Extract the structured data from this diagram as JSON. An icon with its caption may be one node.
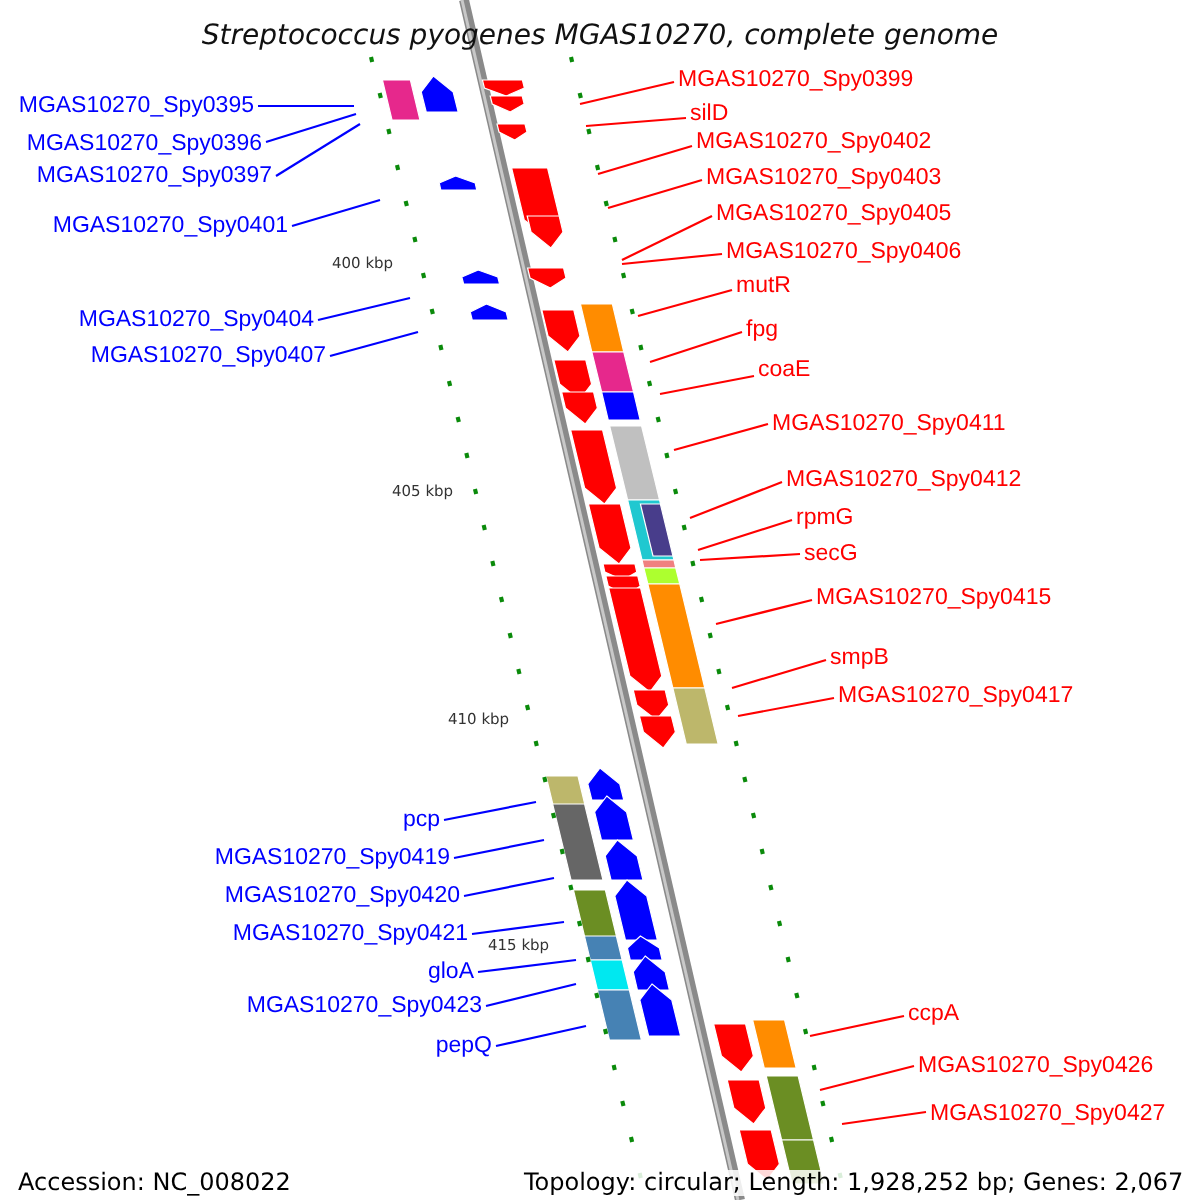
{
  "diagram": {
    "title": "Streptococcus pyogenes MGAS10270, complete genome",
    "nodes": [
      {
        "text": [
          "MGAS10270_Spy0395"
        ]
      },
      {
        "text": [
          "MGAS10270_Spy0396"
        ]
      },
      {
        "text": [
          "MGAS10270_Spy0397"
        ]
      },
      {
        "text": [
          "MGAS10270_Spy0401"
        ]
      },
      {
        "text": [
          "MGAS10270_Spy0404"
        ]
      },
      {
        "text": [
          "MGAS10270_Spy0407"
        ]
      },
      {
        "text": [
          "pcp"
        ]
      },
      {
        "text": [
          "MGAS10270_Spy0419"
        ]
      },
      {
        "text": [
          "MGAS10270_Spy0420"
        ]
      },
      {
        "text": [
          "MGAS10270_Spy0421"
        ]
      },
      {
        "text": [
          "gloA"
        ]
      },
      {
        "text": [
          "MGAS10270_Spy0423"
        ]
      },
      {
        "text": [
          "pepQ"
        ]
      },
      {
        "text": [
          "MGAS10270_Spy0399"
        ]
      },
      {
        "text": [
          "silD"
        ]
      },
      {
        "text": [
          "MGAS10270_Spy0402"
        ]
      },
      {
        "text": [
          "MGAS10270_Spy0403"
        ]
      },
      {
        "text": [
          "MGAS10270_Spy0405"
        ]
      },
      {
        "text": [
          "MGAS10270_Spy0406"
        ]
      },
      {
        "text": [
          "mutR"
        ]
      },
      {
        "text": [
          "fpg"
        ]
      },
      {
        "text": [
          "coaE"
        ]
      },
      {
        "text": [
          "MGAS10270_Spy0411"
        ]
      },
      {
        "text": [
          "MGAS10270_Spy0412"
        ]
      },
      {
        "text": [
          "rpmG"
        ]
      },
      {
        "text": [
          "secG"
        ]
      },
      {
        "text": [
          "MGAS10270_Spy0415"
        ]
      },
      {
        "text": [
          "smpB"
        ]
      },
      {
        "text": [
          "MGAS10270_Spy0417"
        ]
      },
      {
        "text": [
          "ccpA"
        ]
      },
      {
        "text": [
          "MGAS10270_Spy0426"
        ]
      },
      {
        "text": [
          "MGAS10270_Spy0427"
        ]
      }
    ],
    "edges": [
      {
        "from": 0,
        "to": null,
        "arrow": "none",
        "color": "#0000ff"
      },
      {
        "from": 1,
        "to": null,
        "arrow": "none",
        "color": "#0000ff"
      },
      {
        "from": 2,
        "to": null,
        "arrow": "none",
        "color": "#0000ff"
      },
      {
        "from": 3,
        "to": null,
        "arrow": "none",
        "color": "#0000ff"
      },
      {
        "from": 4,
        "to": null,
        "arrow": "none",
        "color": "#0000ff"
      },
      {
        "from": 5,
        "to": null,
        "arrow": "none",
        "color": "#0000ff"
      },
      {
        "from": 6,
        "to": null,
        "arrow": "none",
        "color": "#0000ff"
      },
      {
        "from": 7,
        "to": null,
        "arrow": "none",
        "color": "#0000ff"
      },
      {
        "from": 8,
        "to": null,
        "arrow": "none",
        "color": "#0000ff"
      },
      {
        "from": 9,
        "to": null,
        "arrow": "none",
        "color": "#0000ff"
      },
      {
        "from": 10,
        "to": null,
        "arrow": "none",
        "color": "#0000ff"
      },
      {
        "from": 11,
        "to": null,
        "arrow": "none",
        "color": "#0000ff"
      },
      {
        "from": 12,
        "to": null,
        "arrow": "none",
        "color": "#0000ff"
      },
      {
        "from": 13,
        "to": null,
        "arrow": "none"
      },
      {
        "from": 14,
        "to": null,
        "arrow": "none"
      },
      {
        "from": 15,
        "to": null,
        "arrow": "none"
      },
      {
        "from": 16,
        "to": null,
        "arrow": "none"
      },
      {
        "from": 17,
        "to": null,
        "arrow": "none"
      },
      {
        "from": 18,
        "to": null,
        "arrow": "none"
      },
      {
        "from": 19,
        "to": null,
        "arrow": "none"
      },
      {
        "from": 20,
        "to": null,
        "arrow": "none"
      },
      {
        "from": 21,
        "to": null,
        "arrow": "none"
      },
      {
        "from": 22,
        "to": null,
        "arrow": "none"
      },
      {
        "from": 23,
        "to": null,
        "arrow": "none"
      },
      {
        "from": 24,
        "to": null,
        "arrow": "none"
      },
      {
        "from": 25,
        "to": null,
        "arrow": "none"
      },
      {
        "from": 26,
        "to": null,
        "arrow": "none"
      },
      {
        "from": 27,
        "to": null,
        "arrow": "none"
      },
      {
        "from": 28,
        "to": null,
        "arrow": "none"
      },
      {
        "from": 29,
        "to": null,
        "arrow": "none"
      },
      {
        "from": 30,
        "to": null,
        "arrow": "none"
      },
      {
        "from": 31,
        "to": null,
        "arrow": "none"
      }
    ],
    "labels": [
      "400 kbp",
      "405 kbp",
      "410 kbp",
      "415 kbp",
      "Accession: NC_008022",
      "Topology: circular; Length: 1,928,252 bp; Genes: 2,067"
    ]
  }
}
